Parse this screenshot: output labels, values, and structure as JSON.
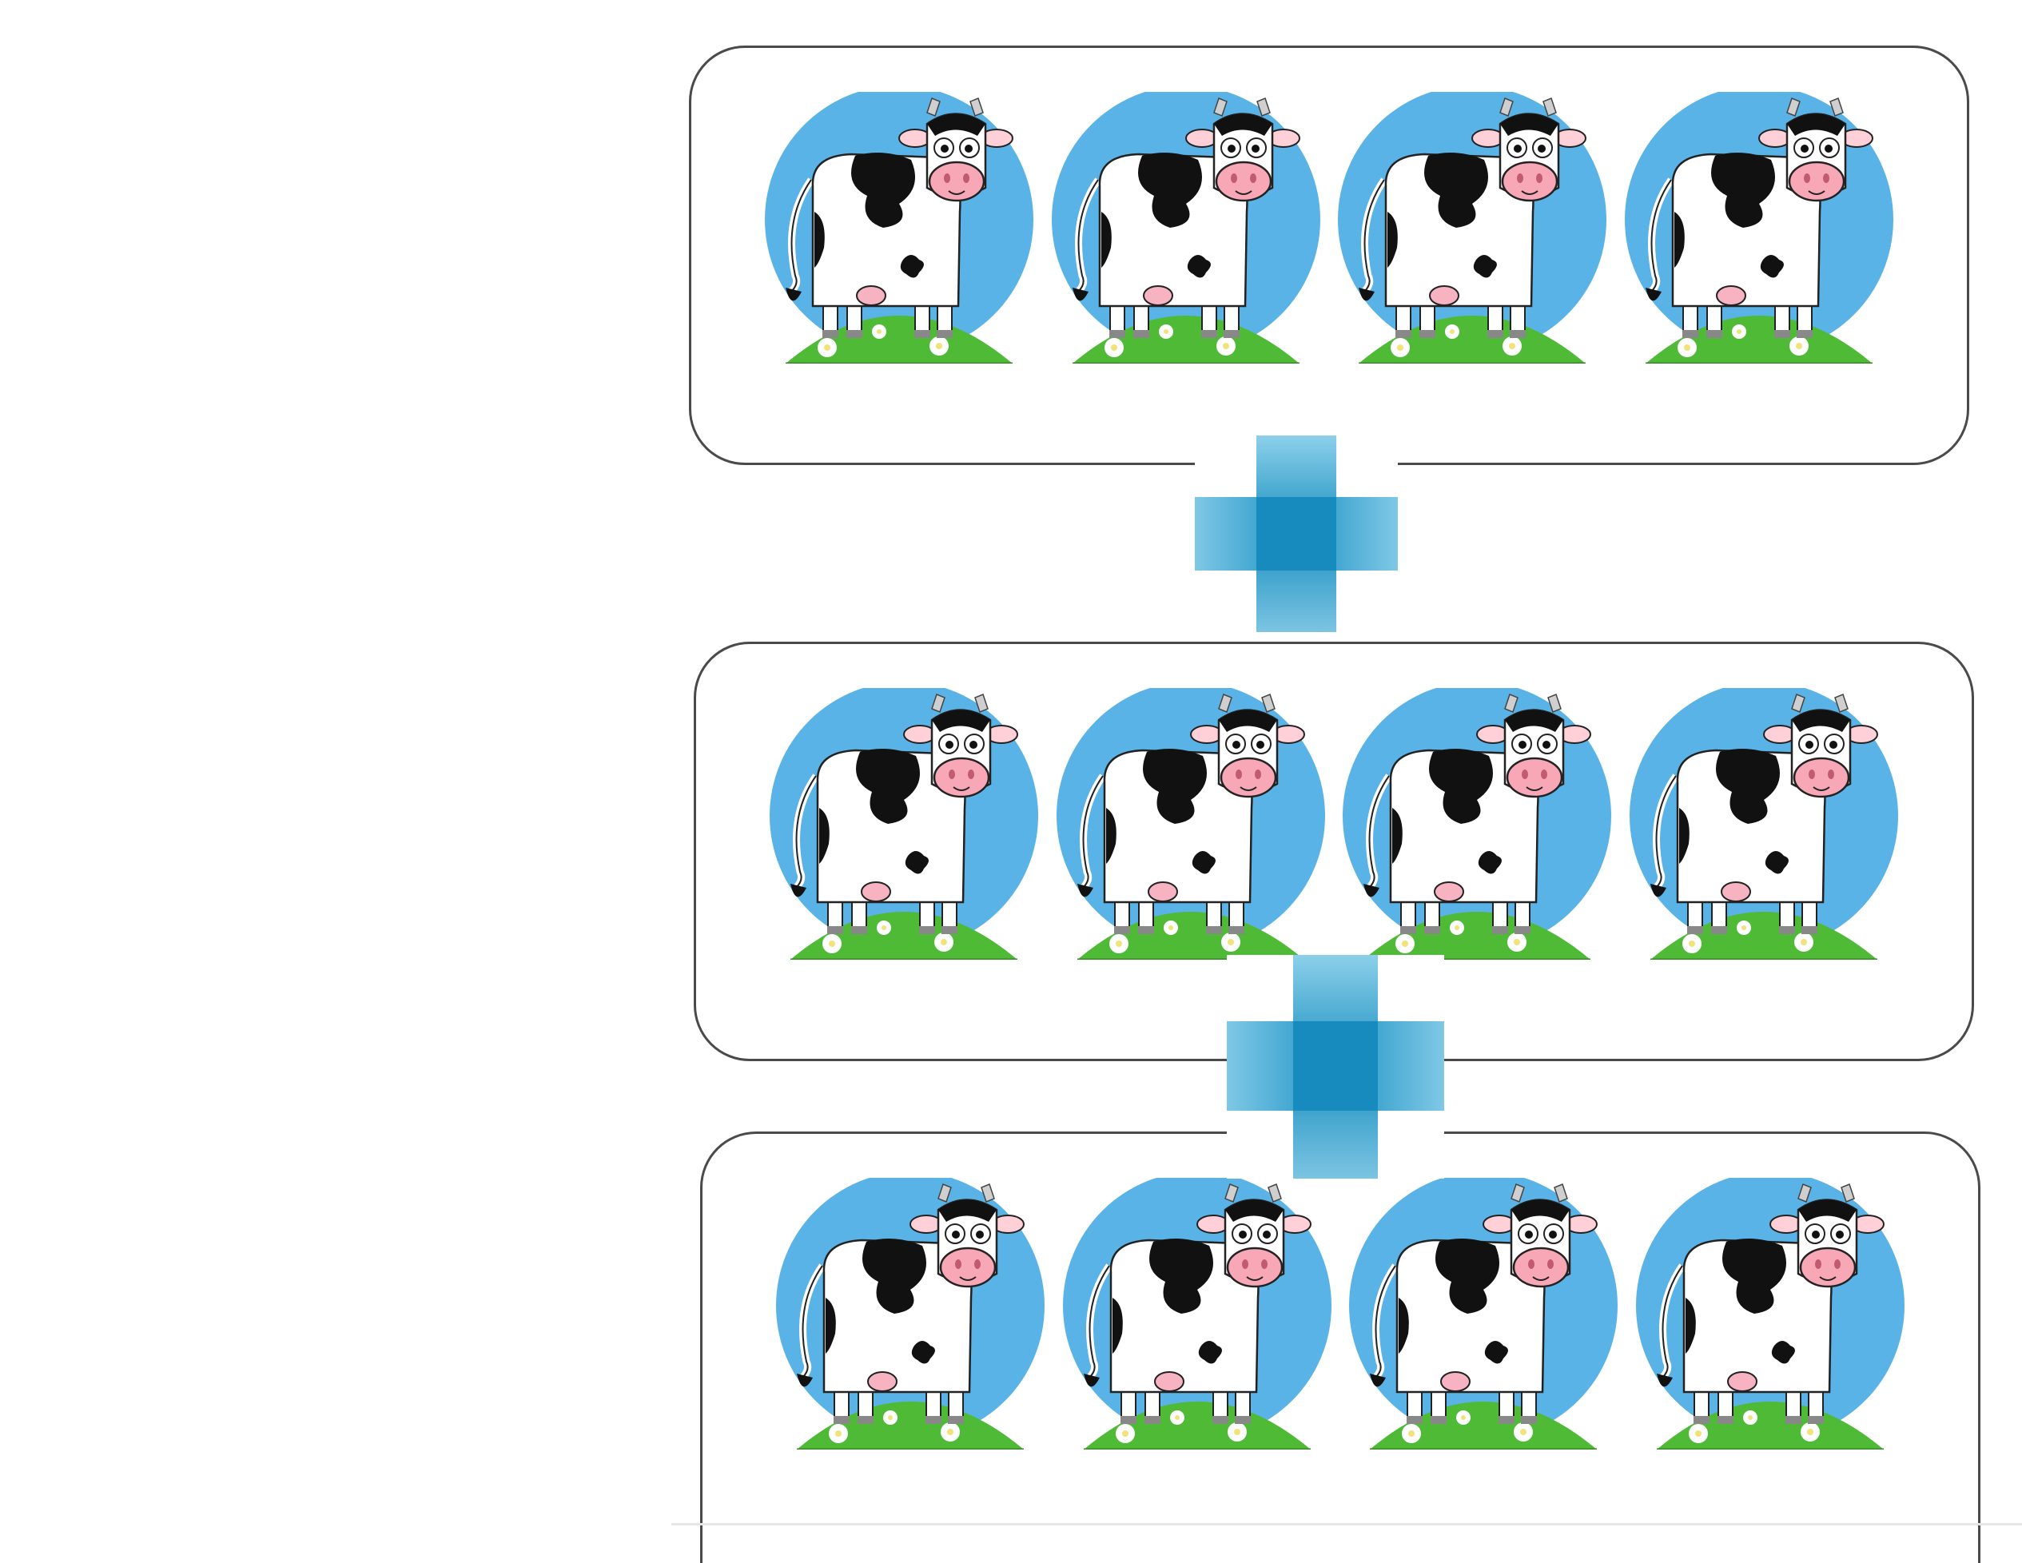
{
  "diagram": {
    "groups": [
      {
        "count": 4,
        "item_icon": "cow-icon"
      },
      {
        "count": 4,
        "item_icon": "cow-icon"
      },
      {
        "count": 4,
        "item_icon": "cow-icon"
      }
    ],
    "operator_icon": "plus-icon",
    "colors": {
      "sky": "#5ab3e6",
      "grass": "#4eba36",
      "plus": "#2a9ac7",
      "box_border": "#4a4a4a"
    }
  }
}
